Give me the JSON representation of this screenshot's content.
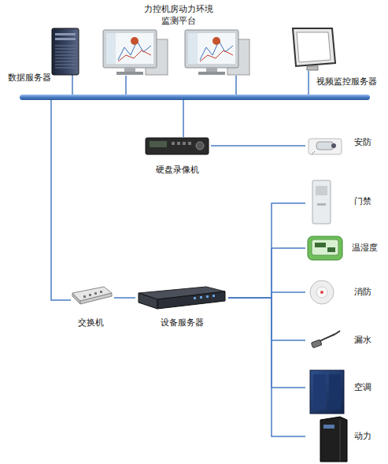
{
  "diagram": {
    "nodes": [
      {
        "text": [
          "数据服务器"
        ]
      },
      {
        "text": [
          "力控机房动力环境 监测平台"
        ]
      },
      {
        "text": [
          "视频监控服务器"
        ]
      },
      {
        "text": [
          "硬盘录像机"
        ]
      },
      {
        "text": [
          "安防"
        ]
      },
      {
        "text": [
          "交换机"
        ]
      },
      {
        "text": [
          "设备服务器"
        ]
      },
      {
        "text": [
          "门禁"
        ]
      },
      {
        "text": [
          "温湿度"
        ]
      },
      {
        "text": [
          "消防"
        ]
      },
      {
        "text": [
          "漏水"
        ]
      },
      {
        "text": [
          "空调"
        ]
      },
      {
        "text": [
          "动力"
        ]
      }
    ],
    "edges": [
      {
        "from": 3,
        "to": 4,
        "arrow": "none"
      },
      {
        "from": 5,
        "to": 6,
        "arrow": "none"
      },
      {
        "from": 6,
        "to": 7,
        "arrow": "none"
      },
      {
        "from": 6,
        "to": 8,
        "arrow": "none"
      },
      {
        "from": 6,
        "to": 9,
        "arrow": "none"
      },
      {
        "from": 6,
        "to": 10,
        "arrow": "none"
      },
      {
        "from": 6,
        "to": 11,
        "arrow": "none"
      },
      {
        "from": 6,
        "to": 12,
        "arrow": "none"
      }
    ]
  }
}
